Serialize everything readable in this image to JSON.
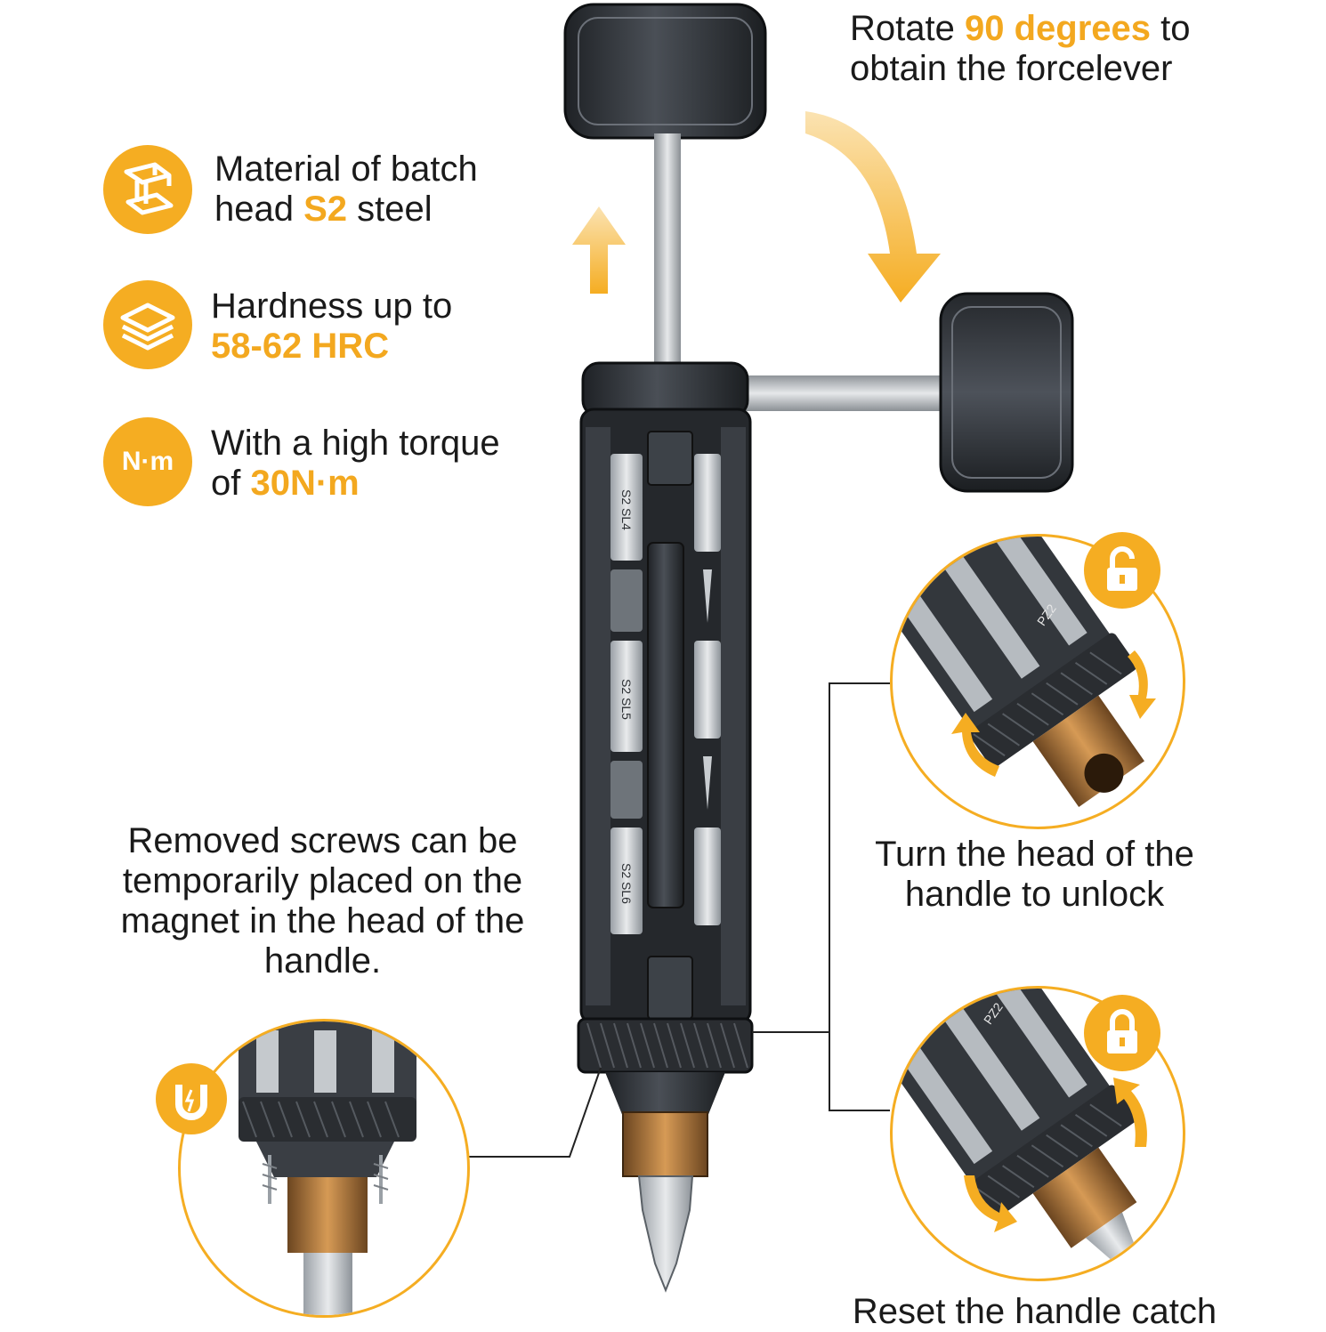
{
  "rotate": {
    "pre": "Rotate ",
    "highlight": "90 degrees",
    "post": " to",
    "line2": "obtain the forcelever"
  },
  "features": [
    {
      "icon": "steel-beam-icon",
      "line1": "Material of batch",
      "line2_pre": "head ",
      "line2_highlight": "S2",
      "line2_post": " steel"
    },
    {
      "icon": "layers-icon",
      "line1": "Hardness up to",
      "line2_highlight": "58-62 HRC"
    },
    {
      "icon_text": "N·m",
      "line1": "With a high torque",
      "line2_pre": "of ",
      "line2_highlight": "30N·m"
    }
  ],
  "bit_labels": [
    "S2 SL4",
    "S2 SL5",
    "S2 SL6"
  ],
  "detail_bit_label": "PZ2",
  "magnet_caption": [
    "Removed screws can be",
    "temporarily placed on the",
    "magnet in the head of the",
    "handle."
  ],
  "unlock_caption": [
    "Turn the head of the",
    "handle to unlock"
  ],
  "reset_caption": "Reset the handle catch",
  "colors": {
    "accent": "#f5ad22",
    "text": "#1a1a1a",
    "metal_dark": "#2c2f33",
    "bronze": "#b27a3a"
  }
}
